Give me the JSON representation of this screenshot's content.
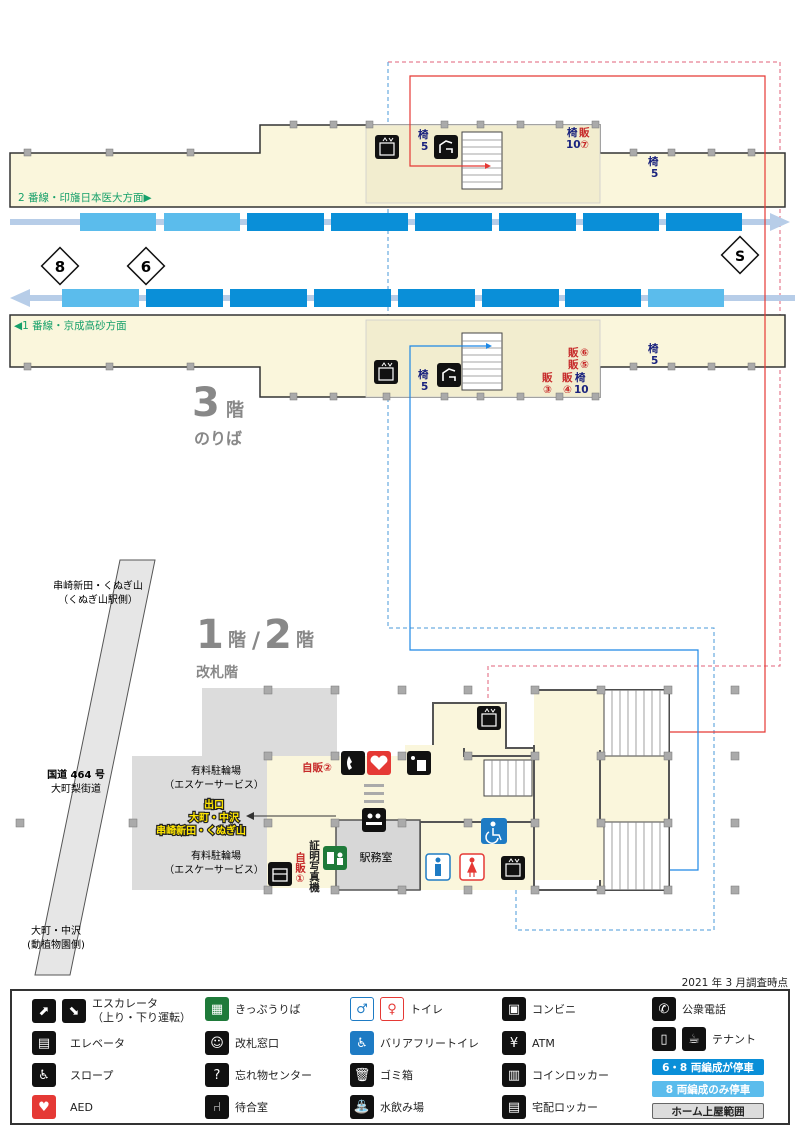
{
  "survey_date": "2021 年 3 月調査時点",
  "floor3": {
    "number": "3",
    "suffix": "階",
    "name": "のりば"
  },
  "floor12": {
    "number_1": "1",
    "suffix_1": "階",
    "slash": "/",
    "number_2": "2",
    "suffix_2": "階",
    "name": "改札階"
  },
  "platform": {
    "line2_label": "2 番線・印旛日本医大方面▶",
    "line1_label": "◀1 番線・京成高砂方面",
    "car_stop_markers": [
      "8",
      "6",
      "S"
    ]
  },
  "seats": {
    "chair": "椅",
    "p2_a": "5",
    "p2_b": "10",
    "p2_c": "5",
    "p1_a": "5",
    "p1_b": "10",
    "p1_c": "5"
  },
  "vending": {
    "mark": "販",
    "n7": "⑦",
    "n6": "⑥",
    "n5": "⑤",
    "n3": "③",
    "n4": "④"
  },
  "concourse": {
    "vending_2": "自販②",
    "vending_1": "自販①",
    "photo_booth": "証明写真機",
    "station_office": "駅務室",
    "bicycle_parking_1": "有料駐輪場",
    "bicycle_parking_1_op": "（エスケーサービス）",
    "bicycle_parking_2": "有料駐輪場",
    "bicycle_parking_2_op": "（エスケーサービス）",
    "exit_title": "出口",
    "exit_line1": "大町・中沢",
    "exit_line2": "串崎新田・くぬぎ山"
  },
  "road": {
    "north_1": "串崎新田・くぬぎ山",
    "north_2": "（くぬぎ山駅側）",
    "name_1": "国道 464 号",
    "name_2": "大町梨街道",
    "south_1": "大町・中沢",
    "south_2": "(動植物園側)"
  },
  "legend": {
    "escalator": "エスカレータ",
    "escalator_sub": "（上り・下り運転）",
    "elevator": "エレベータ",
    "slope": "スロープ",
    "aed": "AED",
    "ticket": "きっぷうりば",
    "gate_window": "改札窓口",
    "lost_found": "忘れ物センター",
    "waiting_room": "待合室",
    "toilet": "トイレ",
    "barrier_free_toilet": "バリアフリートイレ",
    "trash": "ゴミ箱",
    "fountain": "水飲み場",
    "convenience": "コンビニ",
    "atm": "ATM",
    "coin_locker": "コインロッカー",
    "delivery_locker": "宅配ロッカー",
    "phone": "公衆電話",
    "tenant": "テナント",
    "stop_6_8": "6・8 両編成が停車",
    "stop_8": "8 両編成のみ停車",
    "roof": "ホーム上屋範囲"
  },
  "colors": {
    "platform_fill": "#faf6dc",
    "roof_fill": "#f2edcf",
    "car_dark": "#0a8fd8",
    "car_light": "#5bbcec",
    "track": "#b7cde8",
    "route_red": "#e53935",
    "route_blue": "#1e88e5",
    "outline_red": "#e0607a",
    "outline_blue": "#4a9ad8",
    "parking_gray": "#dcdcdc",
    "road_gray": "#e6e6e6",
    "office_gray": "#d7d7d7",
    "exit_yellow": "#ffe600",
    "line_green": "#16a06a"
  }
}
